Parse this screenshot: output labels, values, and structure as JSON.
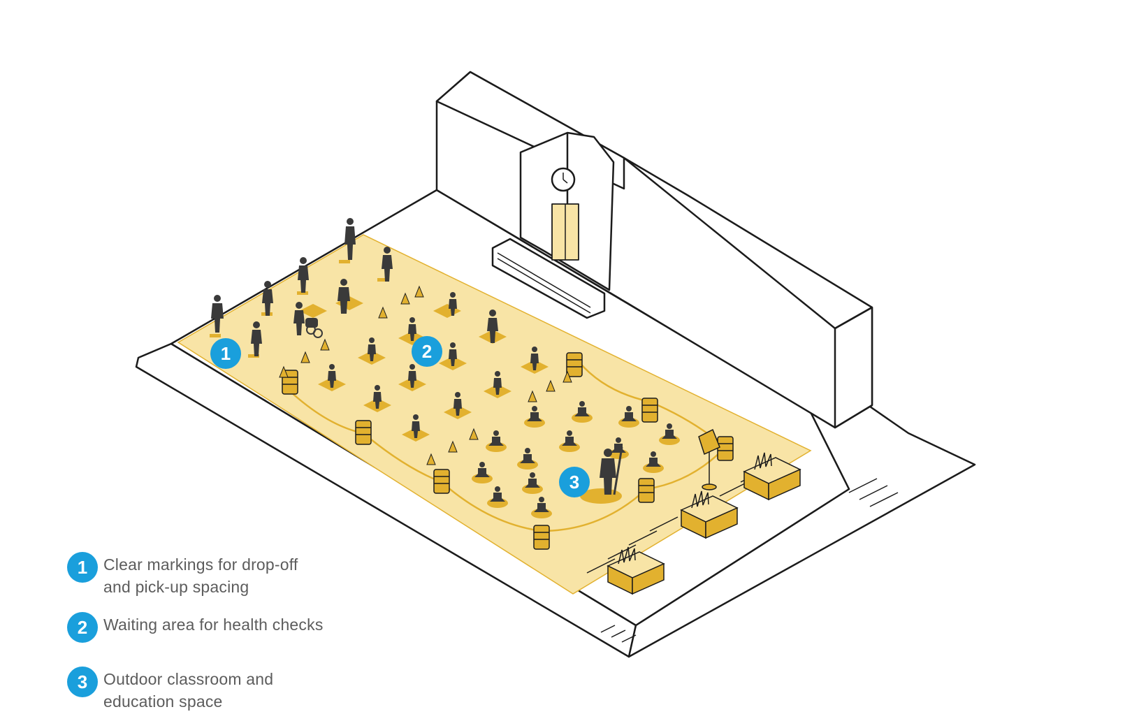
{
  "colors": {
    "accent_blue": "#1a9fdc",
    "zone_yellow": "#f8e4a6",
    "marker_gold": "#e2b12f",
    "silhouette": "#3a3a3a",
    "line": "#1b1b1b",
    "legend_text": "#5c5c5c"
  },
  "markers": [
    {
      "number": "1"
    },
    {
      "number": "2"
    },
    {
      "number": "3"
    }
  ],
  "legend": {
    "items": [
      {
        "number": "1",
        "line1": "Clear markings for drop-off",
        "line2": "and pick-up spacing"
      },
      {
        "number": "2",
        "line1": "Waiting area for health checks",
        "line2": ""
      },
      {
        "number": "3",
        "line1": "Outdoor classroom and",
        "line2": "education space"
      }
    ]
  }
}
